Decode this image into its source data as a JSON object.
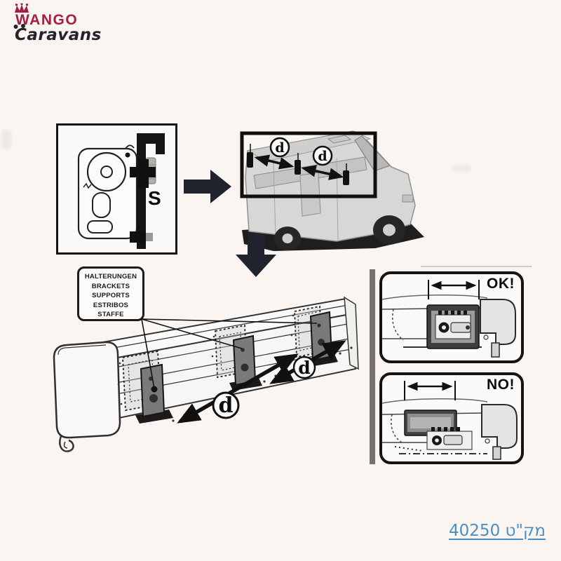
{
  "logo": {
    "title": "WANGO",
    "subtitle": "Caravans",
    "title_color": "#a42040",
    "subtitle_color": "#23232b"
  },
  "cross_section": {
    "bracket_label": "S"
  },
  "distance_label": "d",
  "brackets_callout": {
    "lines": [
      "HALTERUNGEN",
      "BRACKETS",
      "SUPPORTS",
      "ESTRIBOS",
      "STAFFE"
    ]
  },
  "comparison": {
    "ok_label": "OK!",
    "no_label": "NO!"
  },
  "footer": {
    "catalog_text": "מק\"ט 40250",
    "link_color": "#4d8ec2"
  }
}
